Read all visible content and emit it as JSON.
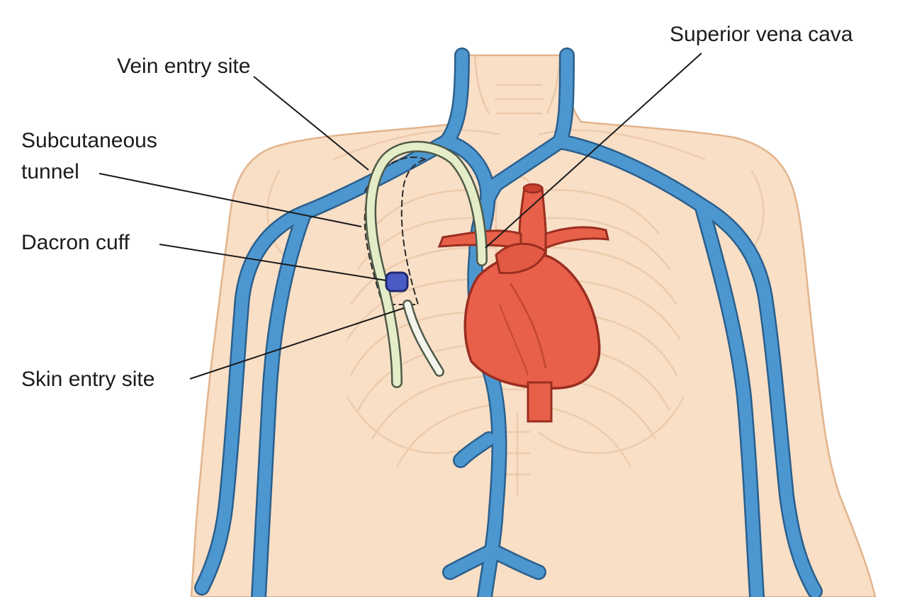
{
  "labels": {
    "vein_entry_site": "Vein entry site",
    "superior_vena_cava": "Superior vena cava",
    "subcutaneous_line1": "Subcutaneous",
    "subcutaneous_line2": "tunnel",
    "dacron_cuff": "Dacron cuff",
    "skin_entry_site": "Skin entry site"
  },
  "colors": {
    "skin": "#f8dfc6",
    "skin_outline": "#e2b48d",
    "vein": "#4d97d0",
    "vein_outline": "#2a5f8c",
    "heart": "#e8604a",
    "heart_outline": "#9a2e20",
    "catheter": "#e4edc8",
    "catheter_outline": "#4f5a48",
    "cuff": "#4a5bc6",
    "leader": "#1a1a1a"
  }
}
